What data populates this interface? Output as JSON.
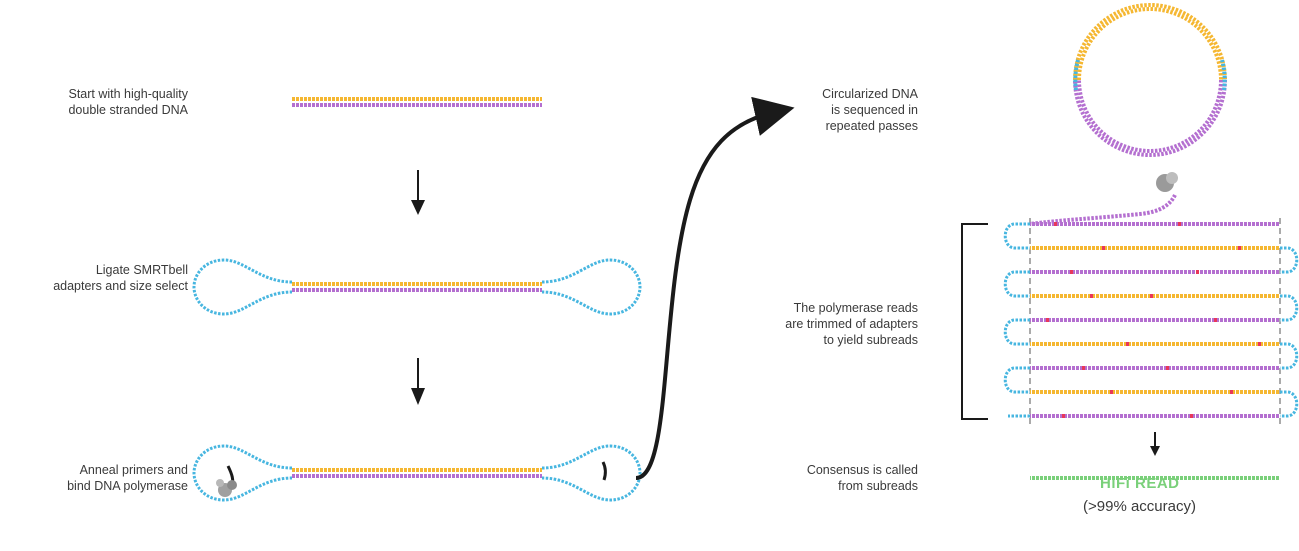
{
  "steps": {
    "step1": [
      "Start with high-quality",
      "double stranded DNA"
    ],
    "step2": [
      "Ligate SMRTbell",
      "adapters and size select"
    ],
    "step3": [
      "Anneal primers and",
      "bind DNA polymerase"
    ],
    "step4": [
      "Circularized DNA",
      "is sequenced in",
      "repeated passes"
    ],
    "step5": [
      "The polymerase reads",
      "are trimmed of adapters",
      "to yield subreads"
    ],
    "step6": [
      "Consensus is called",
      "from subreads"
    ]
  },
  "result": {
    "title": "HiFi READ",
    "accuracy": "(>99% accuracy)"
  },
  "colors": {
    "yellow": "#f5b731",
    "purple": "#b46fd0",
    "blue": "#47b6e0",
    "green": "#7ad07a",
    "red": "#e8375a",
    "dark": "#1a1a1a"
  }
}
